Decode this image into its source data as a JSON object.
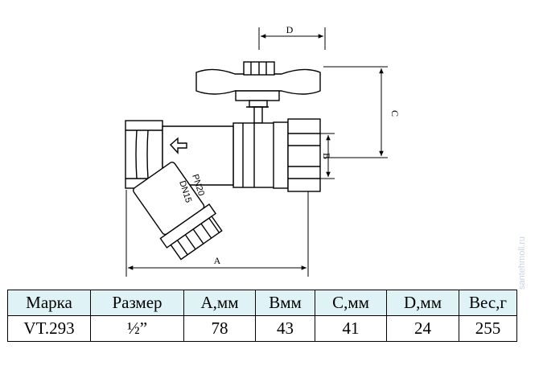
{
  "drawing": {
    "dim_labels": {
      "A": "A",
      "B": "B",
      "C": "C",
      "D": "D"
    },
    "body_marking": {
      "dn": "DN15",
      "pn": "PN20"
    }
  },
  "table": {
    "headers": [
      "Марка",
      "Размер",
      "А,мм",
      "Вмм",
      "С,мм",
      "D,мм",
      "Вес,г"
    ],
    "rows": [
      [
        "VT.293",
        "½”",
        "78",
        "43",
        "41",
        "24",
        "255"
      ]
    ]
  },
  "watermark": {
    "text": "santehmoll.ru"
  }
}
